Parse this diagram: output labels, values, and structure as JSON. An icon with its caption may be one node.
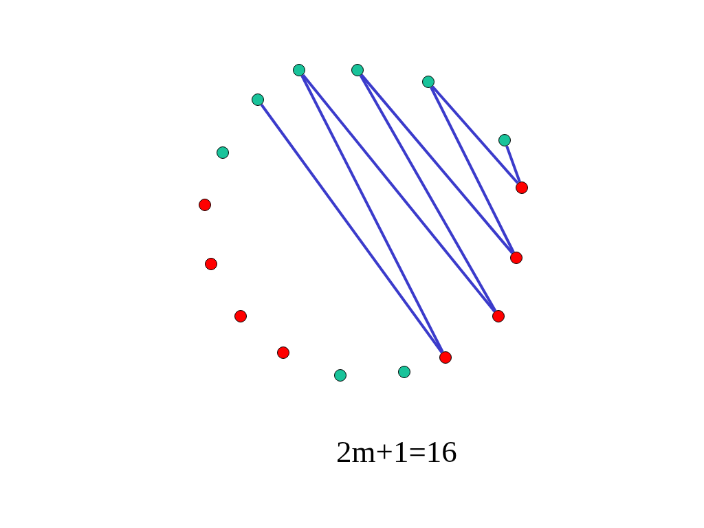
{
  "diagram": {
    "nodes": [
      {
        "text": [],
        "shape": "circle"
      },
      {
        "text": [],
        "shape": "circle"
      },
      {
        "text": [],
        "shape": "circle"
      },
      {
        "text": [],
        "shape": "circle"
      },
      {
        "text": [],
        "shape": "circle"
      },
      {
        "text": [],
        "shape": "circle"
      },
      {
        "text": [],
        "shape": "circle"
      },
      {
        "text": [],
        "shape": "circle"
      },
      {
        "text": [],
        "shape": "circle"
      },
      {
        "text": [],
        "shape": "circle"
      },
      {
        "text": [],
        "shape": "circle"
      },
      {
        "text": [],
        "shape": "circle"
      },
      {
        "text": [],
        "shape": "circle"
      },
      {
        "text": [],
        "shape": "circle"
      },
      {
        "text": [],
        "shape": "circle"
      },
      {
        "text": [],
        "shape": "circle"
      }
    ],
    "edges": [
      {
        "from": 0,
        "to": 8,
        "arrow": "none"
      },
      {
        "from": 1,
        "to": 8,
        "arrow": "none"
      },
      {
        "from": 1,
        "to": 7,
        "arrow": "none"
      },
      {
        "from": 2,
        "to": 7,
        "arrow": "none"
      },
      {
        "from": 2,
        "to": 6,
        "arrow": "none"
      },
      {
        "from": 3,
        "to": 6,
        "arrow": "none"
      },
      {
        "from": 3,
        "to": 5,
        "arrow": "none"
      },
      {
        "from": 4,
        "to": 5,
        "arrow": "none"
      }
    ],
    "labels": [
      "2m+1=16"
    ]
  }
}
